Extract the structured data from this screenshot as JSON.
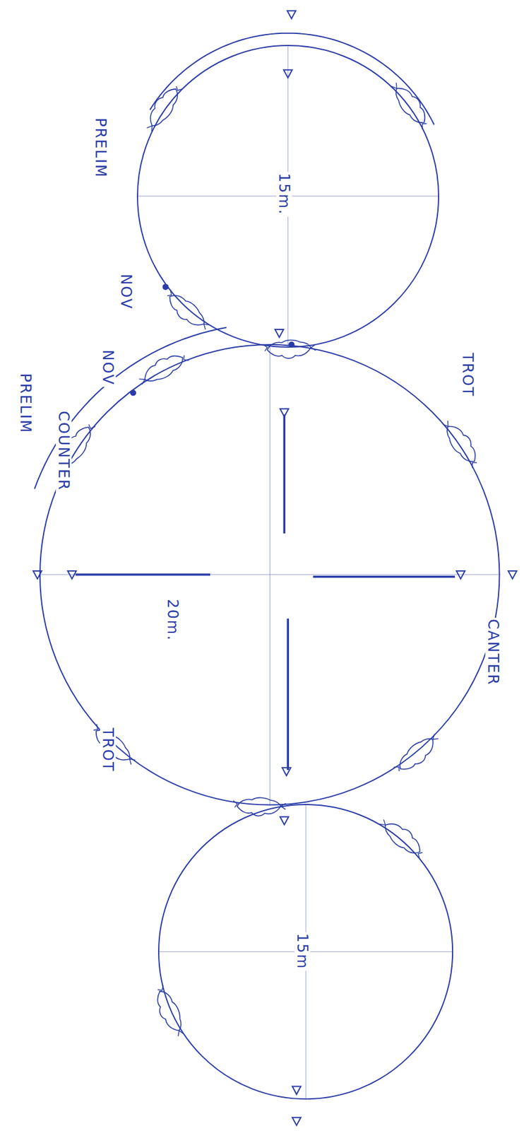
{
  "diagram": {
    "nodes": [
      {
        "text": [
          "15m."
        ]
      },
      {
        "text": [
          "20m."
        ]
      },
      {
        "text": [
          "15m"
        ]
      }
    ],
    "labels": [
      "PRELIM",
      "NOV",
      "TROT",
      "NOV",
      "COUNTER",
      "PRELIM",
      "CANTER",
      "TROT"
    ]
  }
}
